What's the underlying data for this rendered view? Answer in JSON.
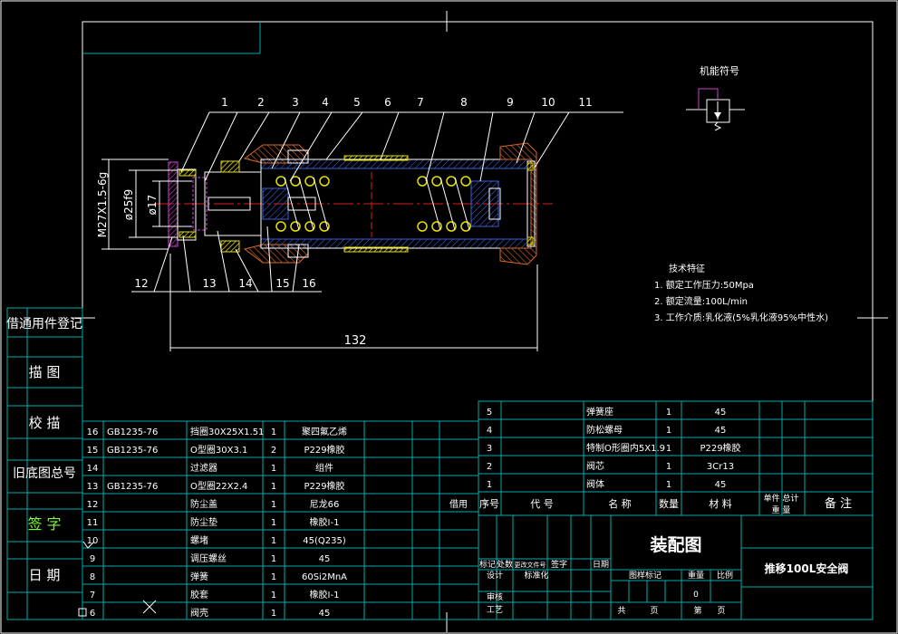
{
  "side_strip": {
    "items": [
      "借通用件登记",
      "描 图",
      "校 描",
      "旧底图总号",
      "签 字",
      "日 期"
    ]
  },
  "function_symbol": {
    "label": "机能符号"
  },
  "part_callouts": [
    "1",
    "2",
    "3",
    "4",
    "5",
    "6",
    "7",
    "8",
    "9",
    "10",
    "11",
    "12",
    "13",
    "14",
    "15",
    "16"
  ],
  "dimensions": {
    "thread": "M27X1.5-6g",
    "outer_dia": "ø25f9",
    "inner_dia": "ø17",
    "overall_length": "132"
  },
  "tech_specs": {
    "title": "技术特征",
    "lines": [
      "1. 额定工作压力:50Mpa",
      "2. 额定流量:100L/min",
      "3. 工作介质:乳化液(5%乳化液95%中性水)"
    ]
  },
  "bom_left": [
    {
      "no": "16",
      "code": "GB1235-76",
      "name": "挡圈30X25X1.51",
      "qty": "1",
      "material": "聚四氟乙烯",
      "note": ""
    },
    {
      "no": "15",
      "code": "GB1235-76",
      "name": "O型圈30X3.1",
      "qty": "2",
      "material": "P229橡胶",
      "note": ""
    },
    {
      "no": "14",
      "code": "",
      "name": "过滤器",
      "qty": "1",
      "material": "组件",
      "note": ""
    },
    {
      "no": "13",
      "code": "GB1235-76",
      "name": "O型圈22X2.4",
      "qty": "1",
      "material": "P229橡胶",
      "note": ""
    },
    {
      "no": "12",
      "code": "",
      "name": "防尘盖",
      "qty": "1",
      "material": "尼龙66",
      "note": "借用"
    },
    {
      "no": "11",
      "code": "",
      "name": "防尘垫",
      "qty": "1",
      "material": "橡胶I-1",
      "note": ""
    },
    {
      "no": "10",
      "code": "",
      "name": "螺堵",
      "qty": "1",
      "material": "45(Q235)",
      "note": ""
    },
    {
      "no": "9",
      "code": "",
      "name": "调压螺丝",
      "qty": "1",
      "material": "45",
      "note": ""
    },
    {
      "no": "8",
      "code": "",
      "name": "弹簧",
      "qty": "1",
      "material": "60Si2MnA",
      "note": ""
    },
    {
      "no": "7",
      "code": "",
      "name": "胶套",
      "qty": "1",
      "material": "橡胶I-1",
      "note": ""
    },
    {
      "no": "6",
      "code": "",
      "name": "阀壳",
      "qty": "1",
      "material": "45",
      "note": ""
    }
  ],
  "bom_right": [
    {
      "no": "5",
      "code": "",
      "name": "弹簧座",
      "qty": "1",
      "material": "45"
    },
    {
      "no": "4",
      "code": "",
      "name": "防松螺母",
      "qty": "1",
      "material": "45"
    },
    {
      "no": "3",
      "code": "",
      "name": "特制O形圈内5X1.9",
      "qty": "1",
      "material": "P229橡胶"
    },
    {
      "no": "2",
      "code": "",
      "name": "阀芯",
      "qty": "1",
      "material": "3Cr13"
    },
    {
      "no": "1",
      "code": "",
      "name": "阀体",
      "qty": "1",
      "material": "45"
    }
  ],
  "bom_header": {
    "no": "序号",
    "code": "代 号",
    "name": "名 称",
    "qty": "数量",
    "material": "材 料",
    "unit_total_top": "单件 总计",
    "unit_total_bottom": "重 量",
    "remarks": "备 注"
  },
  "title_block": {
    "drawing_title": "装配图",
    "product_name": "推移100L安全阀",
    "labels": {
      "mark": "标记",
      "place": "处数",
      "doc": "更改文件号",
      "sign": "签字",
      "date": "日期",
      "design": "设计",
      "std": "标准化",
      "check": "审核",
      "process": "工艺",
      "stage_mark": "图样标记",
      "weight": "重量",
      "scale": "比例",
      "total": "共",
      "sheet": "页",
      "no": "第",
      "page": "页"
    },
    "weight_value": "0"
  }
}
